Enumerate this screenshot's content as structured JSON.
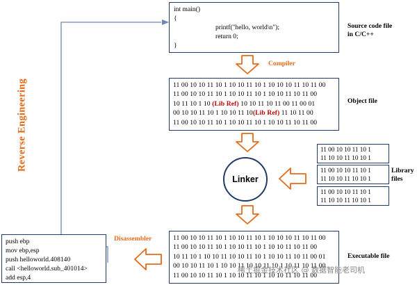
{
  "source_code": {
    "lines": [
      "int main()",
      "{",
      "printf(\"hello, world\\n\");",
      "return 0;",
      "}"
    ],
    "label_line1": "Source code file",
    "label_line2": "in C/C++"
  },
  "compiler_label": "Compiler",
  "object_file": {
    "row1": "11 00 10 10 11 10 1 10 10 11 10 1 10 10 10 11 10 11 00",
    "row2": "11 00 10 10 11 10 1 10 10 11 10 1 10 10 11 10 11 00",
    "row3a": "10 11 10 1 10 ",
    "row3ref": "(Lib Ref)",
    "row3b": " 10 10 11 10 11 00 11 00 01",
    "row4a": "00 10 10 11 10 1 10 10 11 10",
    "row4ref": "(Lib Ref)",
    "row4b": " 11 10 11  00",
    "row5": "11 00 10 10 11 10 1 10 10 11 10 1 10 10 11 10 11 00",
    "label": "Object file"
  },
  "linker_label": "Linker",
  "library": {
    "box1": [
      "11 00 10 10 11 10 1",
      "11 10 10 11 10 10 1"
    ],
    "box2": [
      "11 00 10 10 11 10 1",
      "11 10 10 11 10 10 1"
    ],
    "box3": [
      "11 00 10 10 11 10 1",
      "11 10 10 11 10 10 1"
    ],
    "label_line1": "Library",
    "label_line2": "files"
  },
  "executable_file": {
    "rows": [
      "11 00 10 10 11 10 1 10 10 11 10 1 10 10 10 11 10 11 00",
      "11 00 10 10 11 10 1 10 10 11 10 1 10 10 11 10 11 00",
      "10 11 10 1 10 10 11 10 10 11 10 1 10 10 11 10 11 00 01",
      "00 10 10 11 10 1 10 10 11 10 10 11 10 1 10 11 10 11 00",
      "11 00 10 10 11 10 1 10 10 11 10 1 10 10 11 10 11 00"
    ],
    "label": "Executable file"
  },
  "disassembler_label": "Disassembler",
  "assembly": {
    "lines": [
      "push ebp",
      "mov ebp,esp",
      "push helloworld.408140",
      "call <helloworld.sub_401014>",
      "add esp,4"
    ]
  },
  "reverse_engineering_label": "Reverse Engineering",
  "watermark": "稀土掘金技术社区 @ 数据智能老司机",
  "colors": {
    "accent_orange": "#e36c1a",
    "border_blue": "#1f3a68",
    "lib_ref_red": "#c00000",
    "return_arrow": "#6f86b8"
  }
}
